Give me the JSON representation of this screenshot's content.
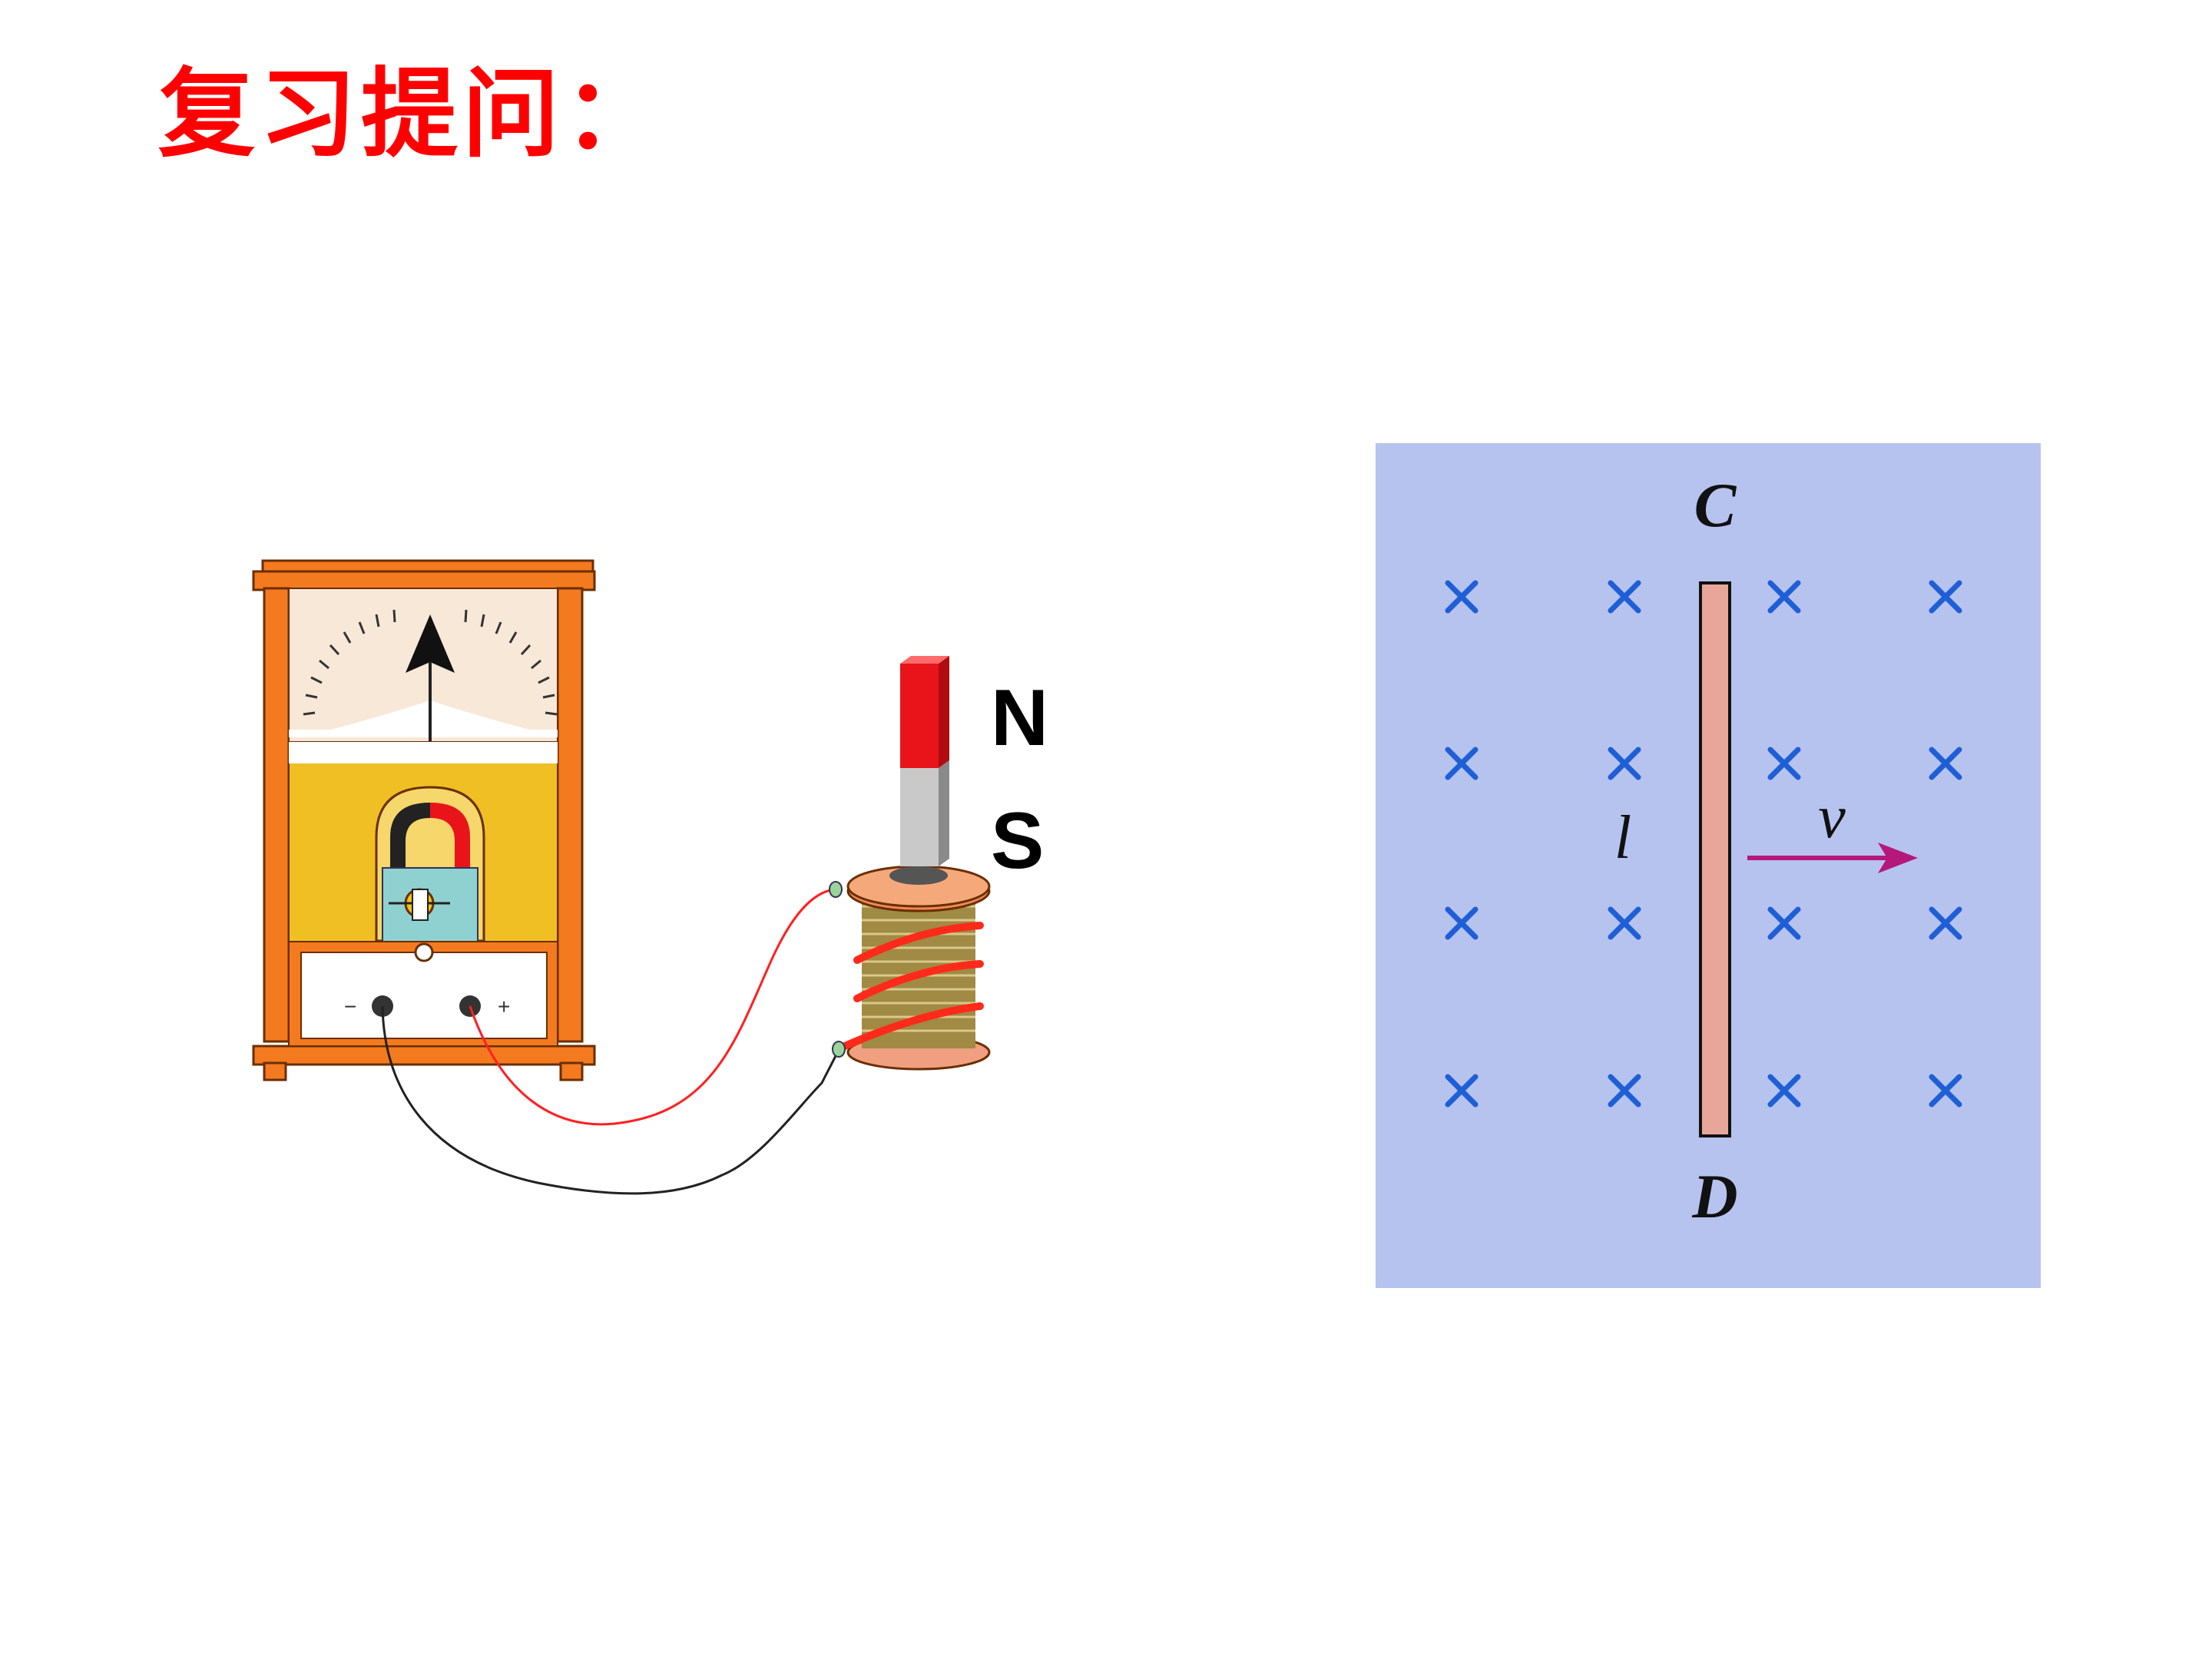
{
  "title": "复习提问：",
  "galvanometer": {
    "minus_sign": "−",
    "plus_sign": "+"
  },
  "magnet": {
    "north_label": "N",
    "south_label": "S",
    "colors": {
      "north": "#e8141a",
      "south": "#c9c9c9"
    }
  },
  "field_diagram": {
    "top_end_label": "C",
    "bottom_end_label": "D",
    "length_label": "l",
    "velocity_label": "v",
    "field_marker": "×",
    "field_direction": "into-page",
    "colors": {
      "background": "#b6c3ee",
      "cross": "#1f5fd6",
      "rod": "#e8a69a",
      "arrow": "#b5187a"
    }
  },
  "colors": {
    "title": "#ff0000",
    "meter_frame": "#f47a1f",
    "meter_panel": "#efbf24",
    "coil_wire": "#a08a44",
    "red_wire": "#ff2020",
    "black_wire": "#222222"
  }
}
